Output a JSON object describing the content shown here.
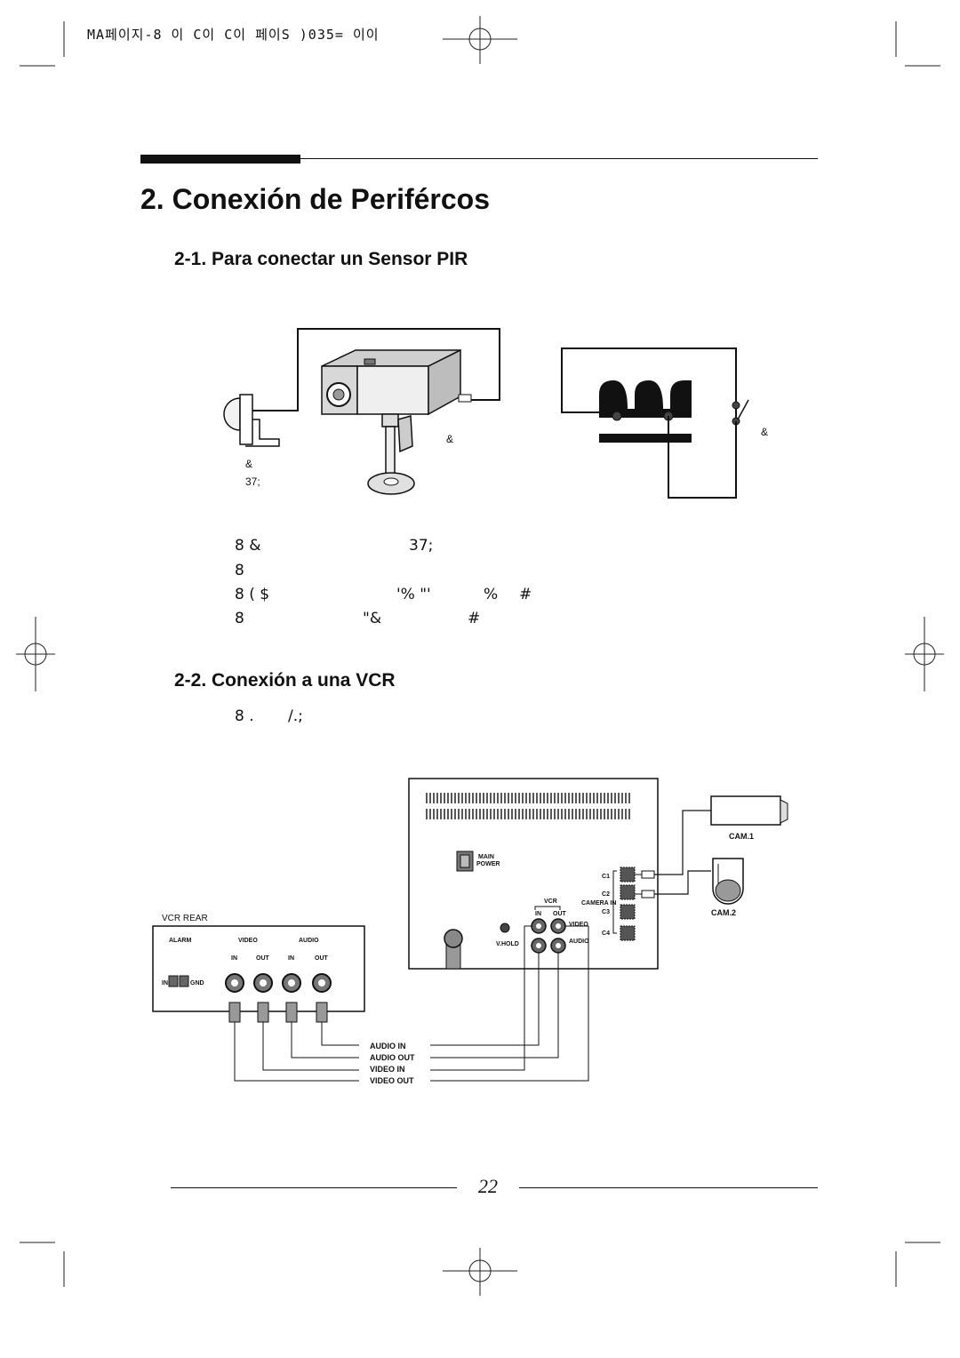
{
  "header": {
    "code": "MA페이지-8 이 C이 C이 페이S )035= 이이"
  },
  "section": {
    "title": "2. Conexión de Perifércos",
    "sub1_title": "2-1. Para conectar un Sensor PIR",
    "sub2_title": "2-2.  Conexión a una VCR"
  },
  "figure1": {
    "amp_right_camera": "&",
    "amp_left": "&",
    "left_code": "37;",
    "amp_relay": "&"
  },
  "garbled_lines": [
    {
      "a": "8 &",
      "b": "37;",
      "c": "",
      "d": "",
      "e": ""
    },
    {
      "a": "8",
      "b": "",
      "c": "",
      "d": "",
      "e": ""
    },
    {
      "a": "8 (    $",
      "b": "'% \"'",
      "c": "%",
      "d": "#",
      "e": ""
    },
    {
      "a": "8",
      "b": "\"&",
      "c": "#",
      "d": "",
      "e": ""
    }
  ],
  "vcr_line": {
    "a": "8 .",
    "b": "/.;"
  },
  "figure2": {
    "vcr_rear": "VCR REAR",
    "alarm": "ALARM",
    "video": "VIDEO",
    "audio": "AUDIO",
    "in": "IN",
    "out": "OUT",
    "gnd": "GND",
    "main": "MAIN",
    "power": "POWER",
    "vcr": "VCR",
    "camera_in": "CAMERA IN",
    "v_hold": "V.HOLD",
    "c1": "C1",
    "c2": "C2",
    "c3": "C3",
    "c4": "C4",
    "cam1": "CAM.1",
    "cam2": "CAM.2",
    "audio_in": "AUDIO IN",
    "audio_out": "AUDIO OUT",
    "video_in": "VIDEO IN",
    "video_out": "VIDEO OUT"
  },
  "footer": {
    "page_number": "22"
  }
}
